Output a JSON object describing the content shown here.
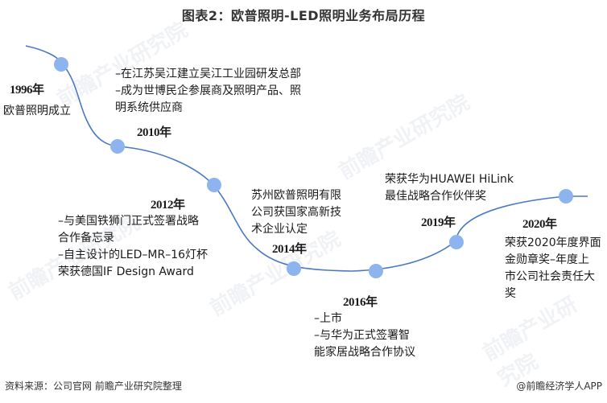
{
  "title": "图表2：欧普照明-LED照明业务布局历程",
  "colors": {
    "line": "#4a78c4",
    "node": "#8db4ef"
  },
  "milestones": [
    {
      "year": "1996年",
      "lines": [
        "欧普照明成立"
      ]
    },
    {
      "year": "2010年",
      "lines": [
        "–在江苏吴江建立吴江工业园研发总部",
        "–成为世博民企参展商及照明产品、照",
        "明系统供应商"
      ]
    },
    {
      "year": "2012年",
      "lines": [
        "–与美国铁狮门正式签署战略",
        "合作备忘录",
        "–自主设计的LED–MR–16灯杯",
        "荣获德国IF Design Award"
      ]
    },
    {
      "year": "2014年",
      "lines": [
        "苏州欧普照明有限",
        "公司获国家高新技",
        "术企业认定"
      ]
    },
    {
      "year": "2016年",
      "lines": [
        "–上市",
        "–与华为正式签署智",
        "能家居战略合作协议"
      ]
    },
    {
      "year": "2019年",
      "lines": [
        "荣获华为HUAWEI HiLink",
        "最佳战略合作伙伴奖"
      ]
    },
    {
      "year": "2020年",
      "lines": [
        "荣获2020年度界面",
        "金勋章奖–年度上",
        "市公司社会责任大",
        "奖"
      ]
    }
  ],
  "footer": {
    "source": "资料来源：公司官网 前瞻产业研究院整理",
    "credit": "@前瞻经济学人APP"
  },
  "watermark": "前瞻产业研究院"
}
